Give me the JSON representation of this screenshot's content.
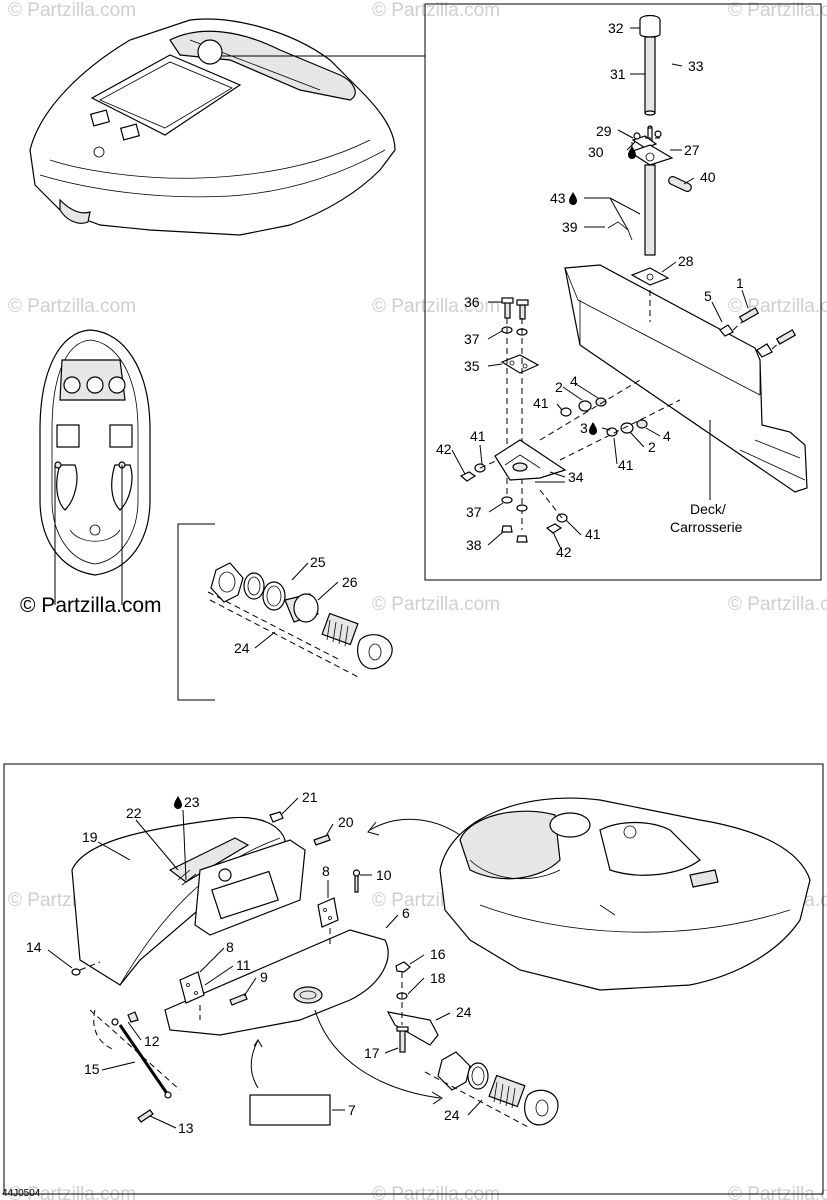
{
  "watermark": {
    "text": "© Partzilla.com",
    "main_text": "© Partzilla.com"
  },
  "figure_code": "44J0504",
  "deck_label": {
    "line1": "Deck/",
    "line2": "Carrosserie"
  },
  "callouts_top": {
    "c32": "32",
    "c33": "33",
    "c31": "31",
    "c29": "29",
    "c30": "30",
    "c27": "27",
    "c40": "40",
    "c43": "43",
    "c39": "39",
    "c28": "28",
    "c1": "1",
    "c5": "5",
    "c36": "36",
    "c37a": "37",
    "c35": "35",
    "c2a": "2",
    "c4a": "4",
    "c41a": "41",
    "c3": "3",
    "c2b": "2",
    "c4b": "4",
    "c41b": "41",
    "c42a": "42",
    "c41c": "41",
    "c34": "34",
    "c37b": "37",
    "c41d": "41",
    "c38": "38",
    "c42b": "42"
  },
  "callouts_mid": {
    "c25": "25",
    "c26": "26",
    "c24": "24"
  },
  "callouts_bottom": {
    "c23": "23",
    "c22": "22",
    "c21": "21",
    "c19": "19",
    "c20": "20",
    "c10": "10",
    "c8a": "8",
    "c6": "6",
    "c14": "14",
    "c8b": "8",
    "c11": "11",
    "c9": "9",
    "c16": "16",
    "c18": "18",
    "c24": "24",
    "c12": "12",
    "c15": "15",
    "c17": "17",
    "c7": "7",
    "c24b": "24",
    "c13": "13"
  },
  "icons": {
    "sealant": "sealant-drop-icon"
  }
}
